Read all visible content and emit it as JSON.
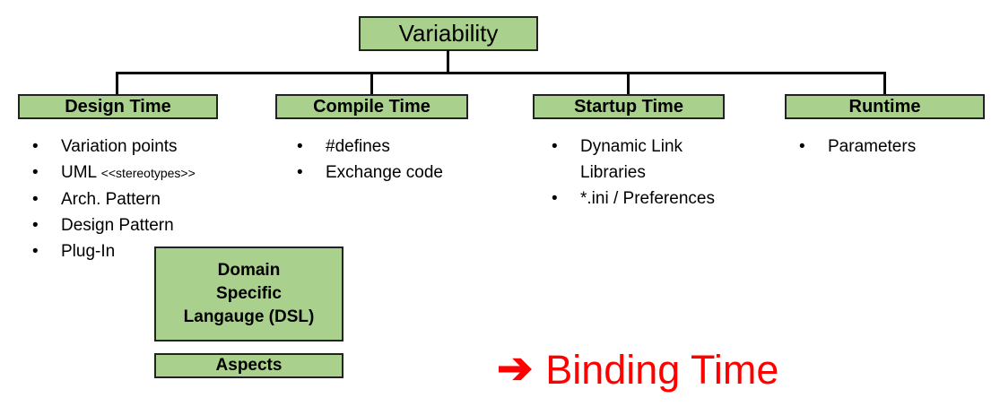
{
  "root": {
    "label": "Variability"
  },
  "branches": [
    {
      "header": "Design Time",
      "items": [
        {
          "text": "Variation points"
        },
        {
          "text": "UML",
          "small_suffix": "<<stereotypes>>"
        },
        {
          "text": "Arch. Pattern"
        },
        {
          "text": "Design Pattern"
        },
        {
          "text": "Plug-In"
        }
      ]
    },
    {
      "header": "Compile Time",
      "items": [
        {
          "text": "#defines"
        },
        {
          "text": "Exchange code"
        }
      ]
    },
    {
      "header": "Startup Time",
      "items": [
        {
          "text": "Dynamic Link\nLibraries"
        },
        {
          "text": "*.ini / Preferences"
        }
      ]
    },
    {
      "header": "Runtime",
      "items": [
        {
          "text": "Parameters"
        }
      ]
    }
  ],
  "design_extras": {
    "dsl_box": "Domain\nSpecific\nLangauge (DSL)",
    "aspects_box": "Aspects"
  },
  "annotation": {
    "arrow": "➔",
    "label": "Binding Time"
  },
  "icons": {
    "bullet": "•"
  },
  "palette": {
    "box_fill": "#a9d08d",
    "box_border": "#222222",
    "connector_color": "#000000",
    "text_color": "#000000",
    "annotation_color": "#ff0000",
    "background": "#ffffff"
  }
}
